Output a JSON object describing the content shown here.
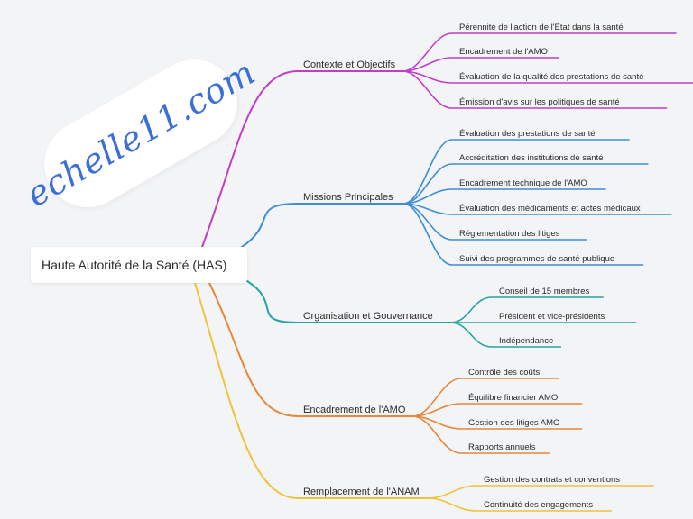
{
  "watermark": "echelle11.com",
  "root": {
    "label": "Haute Autorité de la Santé (HAS)"
  },
  "branches": [
    {
      "label": "Contexte et Objectifs",
      "color": "#c03ec7",
      "children": [
        "Pérennité de l'action de l'État dans la santé",
        "Encadrement de l'AMO",
        "Évaluation de la qualité des prestations de santé",
        "Émission d'avis sur les politiques de santé"
      ]
    },
    {
      "label": "Missions Principales",
      "color": "#3d8ed4",
      "children": [
        "Évaluation des prestations de santé",
        "Accréditation des institutions de santé",
        "Encadrement technique de l'AMO",
        "Évaluation des médicaments et actes médicaux",
        "Réglementation des litiges",
        "Suivi des programmes de santé publique"
      ]
    },
    {
      "label": "Organisation et Gouvernance",
      "color": "#24a4a4",
      "children": [
        "Conseil de 15 membres",
        "Président et vice-présidents",
        "Indépendance"
      ]
    },
    {
      "label": "Encadrement de l'AMO",
      "color": "#e6873a",
      "children": [
        "Contrôle des coûts",
        "Équilibre financier AMO",
        "Gestion des litiges AMO",
        "Rapports annuels"
      ]
    },
    {
      "label": "Remplacement de l'ANAM",
      "color": "#f0c23c",
      "children": [
        "Gestion des contrats et conventions",
        "Continuité des engagements"
      ]
    }
  ]
}
